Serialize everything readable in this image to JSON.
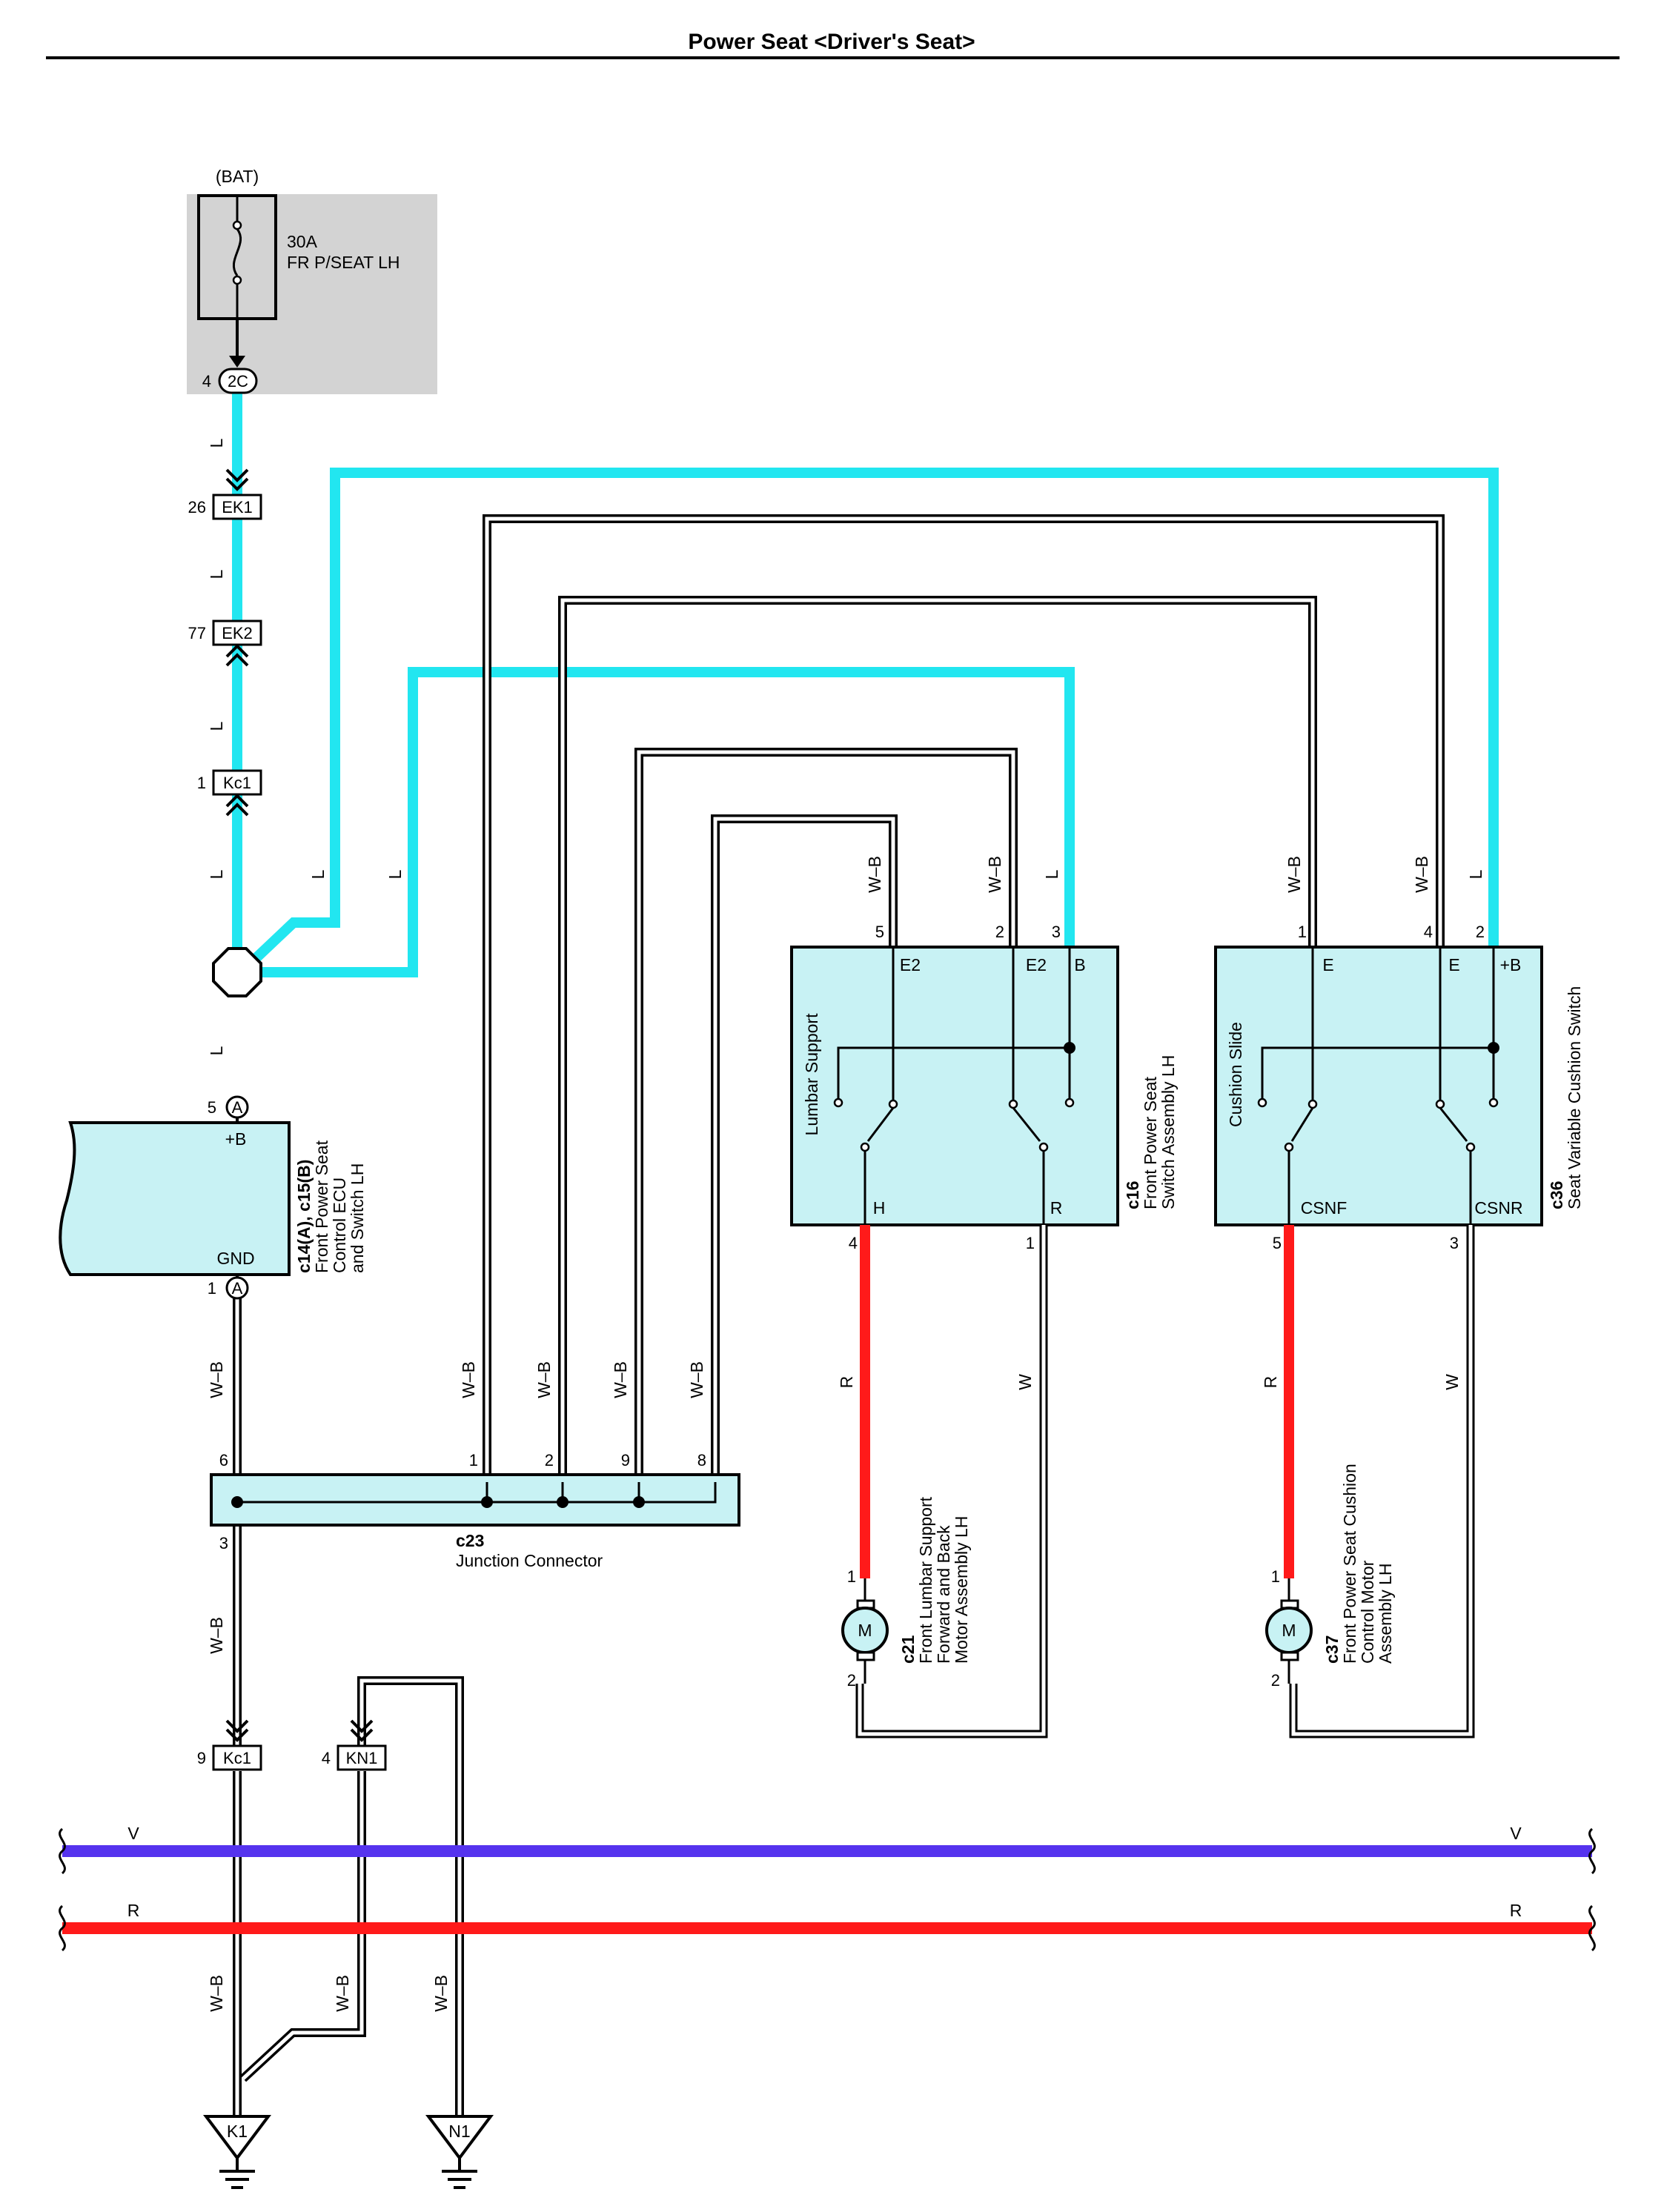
{
  "title": "Power Seat <Driver's Seat>",
  "colors": {
    "blue_wire": "#22e6f0",
    "red_wire": "#ff1a1a",
    "violet_bus": "#5533ee",
    "red_bus": "#ff1a1a",
    "component_fill": "#c8f2f4",
    "fuse_box_fill": "#d3d3d3"
  },
  "fuse": {
    "source": "(BAT)",
    "rating": "30A",
    "name": "FR P/SEAT LH",
    "connector": "2C",
    "pin": "4"
  },
  "connectors": {
    "ek1": {
      "id": "EK1",
      "pin": "26"
    },
    "ek2": {
      "id": "EK2",
      "pin": "77"
    },
    "kc1_top": {
      "id": "Kc1",
      "pin": "1"
    },
    "kc1_bottom": {
      "id": "Kc1",
      "pin": "9"
    },
    "kn1": {
      "id": "KN1",
      "pin": "4"
    }
  },
  "wire_labels": {
    "l": "L",
    "wb": "W–B",
    "r": "R",
    "w": "W",
    "v": "V"
  },
  "ecu": {
    "id": "c14(A), c15(B)",
    "line1": "Front Power Seat",
    "line2": "Control ECU",
    "line3": "and Switch LH",
    "term_b": "+B",
    "term_gnd": "GND",
    "pin_b": "5",
    "pin_gnd": "1",
    "conn_letter": "A"
  },
  "switch_c16": {
    "id": "c16",
    "line1": "Front Power Seat",
    "line2": "Switch Assembly LH",
    "inner_label": "Lumbar Support",
    "terms": [
      "E2",
      "E2",
      "B",
      "H",
      "R"
    ],
    "pins": [
      "5",
      "2",
      "3",
      "4",
      "1"
    ]
  },
  "switch_c36": {
    "id": "c36",
    "line1": "Seat Variable Cushion Switch",
    "inner_label": "Cushion Slide",
    "terms": [
      "E",
      "E",
      "+B",
      "CSNF",
      "CSNR"
    ],
    "pins": [
      "1",
      "4",
      "2",
      "5",
      "3"
    ]
  },
  "junction": {
    "id": "c23",
    "name": "Junction Connector",
    "pins": [
      "6",
      "1",
      "2",
      "9",
      "8",
      "3"
    ]
  },
  "motor_c21": {
    "id": "c21",
    "line1": "Front Lumbar Support",
    "line2": "Forward and Back",
    "line3": "Motor Assembly LH",
    "symbol": "M",
    "pin_top": "1",
    "pin_bottom": "2"
  },
  "motor_c37": {
    "id": "c37",
    "line1": "Front Power Seat Cushion",
    "line2": "Control Motor",
    "line3": "Assembly LH",
    "symbol": "M",
    "pin_top": "1",
    "pin_bottom": "2"
  },
  "grounds": {
    "k1": "K1",
    "n1": "N1"
  }
}
